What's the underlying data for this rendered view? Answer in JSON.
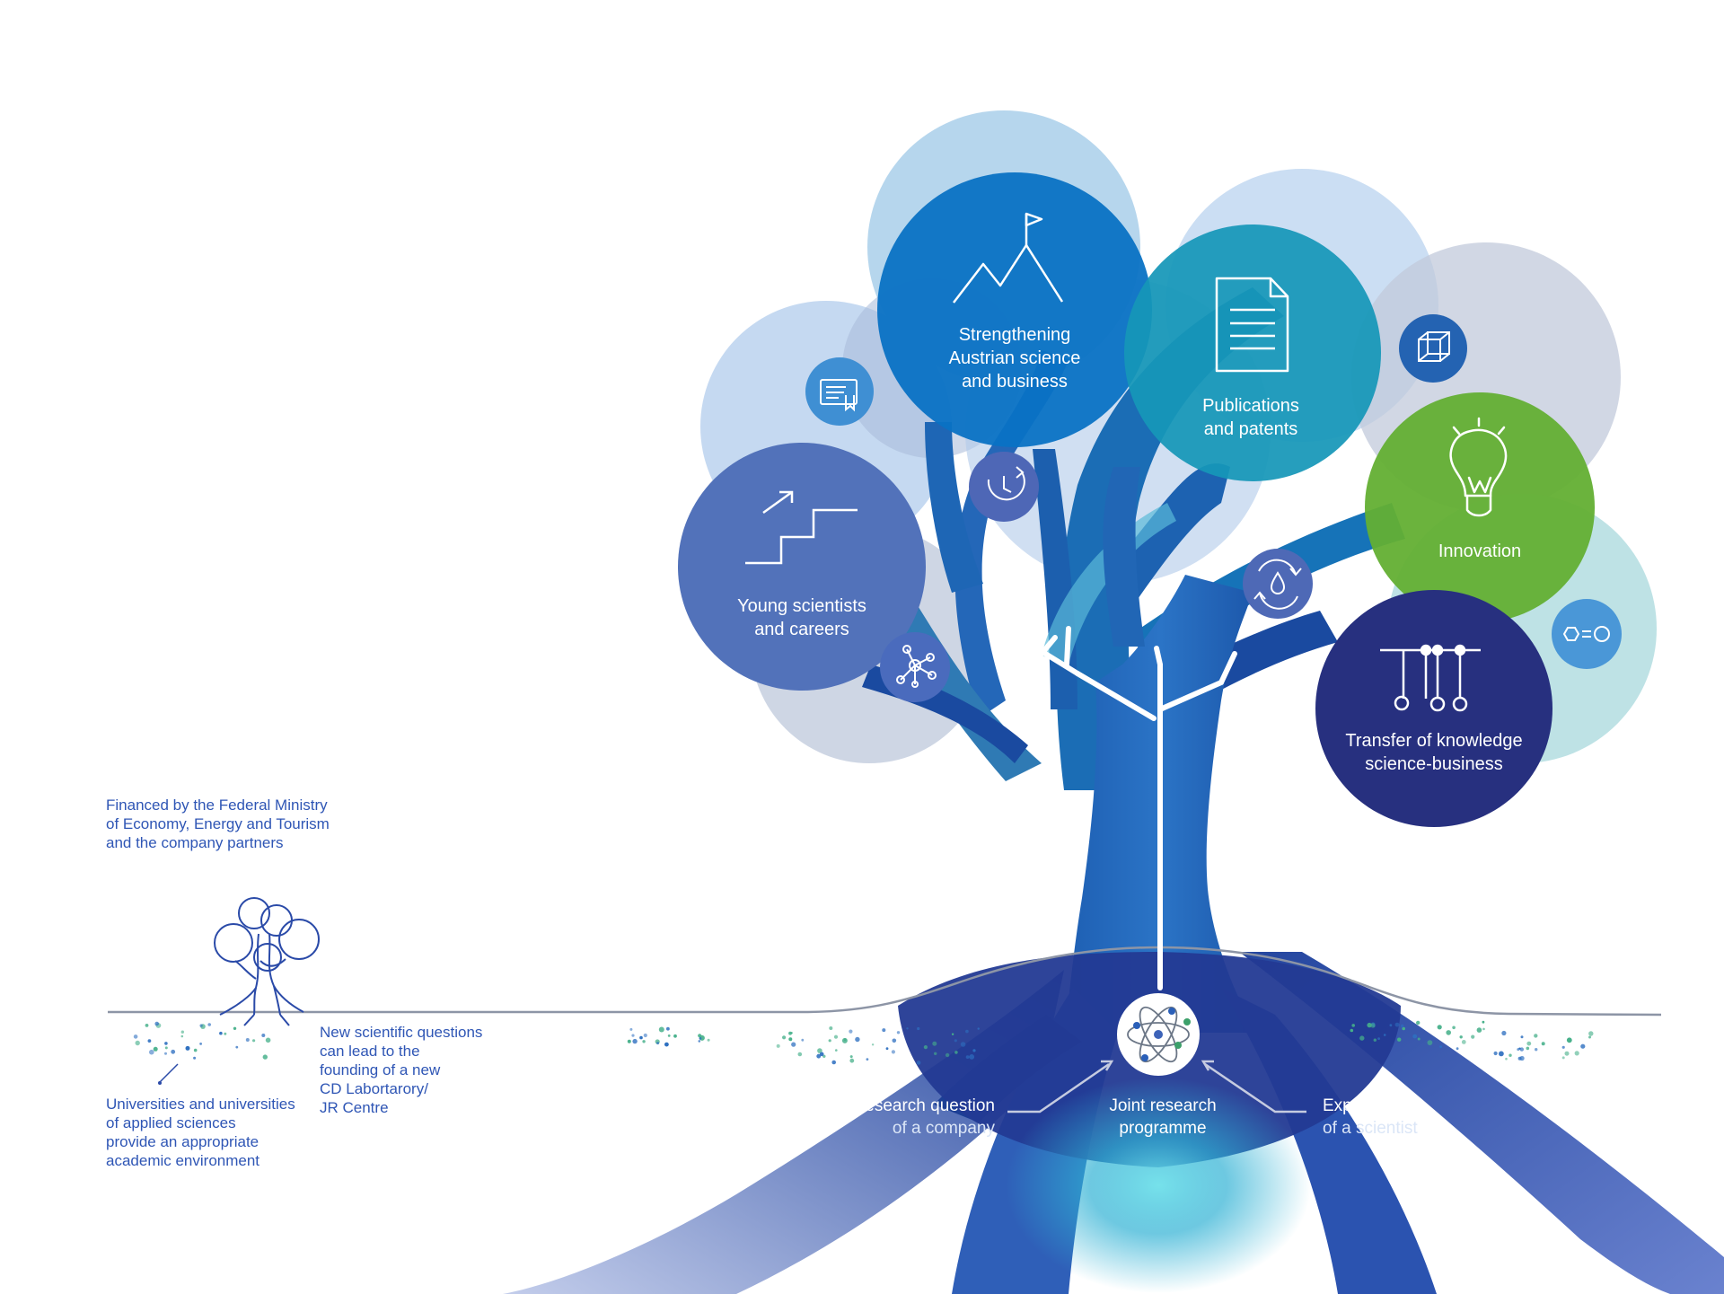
{
  "colors": {
    "trunk": "#1f5bb0",
    "trunk_dark": "#1a3e93",
    "glow": "#39b9d6",
    "note_text": "#2f56b5",
    "circle_strengthening": "#0a72c4",
    "circle_publications": "#1597b8",
    "circle_innovation": "#63af33",
    "circle_transfer": "#27307f",
    "circle_young": "#5272ba",
    "dot_green": "#46b08a",
    "dot_blue": "#2d6fc0"
  },
  "outcomes": [
    {
      "id": "strengthening",
      "lines": [
        "Strengthening",
        "Austrian science",
        "and business"
      ],
      "icon": "mountain-flag-icon"
    },
    {
      "id": "publications",
      "lines": [
        "Publications",
        "and patents"
      ],
      "icon": "document-icon"
    },
    {
      "id": "innovation",
      "lines": [
        "Innovation"
      ],
      "icon": "lightbulb-icon"
    },
    {
      "id": "transfer",
      "lines": [
        "Transfer of knowledge",
        "science-business"
      ],
      "icon": "newtons-cradle-icon"
    },
    {
      "id": "young",
      "lines": [
        "Young scientists",
        "and careers"
      ],
      "icon": "stairs-arrow-icon"
    }
  ],
  "small_icons": [
    "certificate-icon",
    "cycle-clock-icon",
    "molecule-network-icon",
    "cube-icon",
    "water-cycle-icon",
    "hexagon-equals-circle-icon"
  ],
  "notes": {
    "financed": [
      "Financed by the Federal Ministry",
      "of Economy, Energy and Tourism",
      "and the company partners"
    ],
    "universities": [
      "Universities and universities",
      "of applied sciences",
      "provide an appropriate",
      "academic environment"
    ],
    "new_questions": [
      "New scientific questions",
      "can lead to the",
      "founding of a new",
      "CD Labortarory/",
      "JR Centre"
    ]
  },
  "roots": {
    "center_icon": "atom-icon",
    "joint": [
      "Joint research",
      "programme"
    ],
    "company": [
      "Research question",
      "of a company"
    ],
    "scientist": [
      "Expertise",
      "of a scientist"
    ]
  }
}
